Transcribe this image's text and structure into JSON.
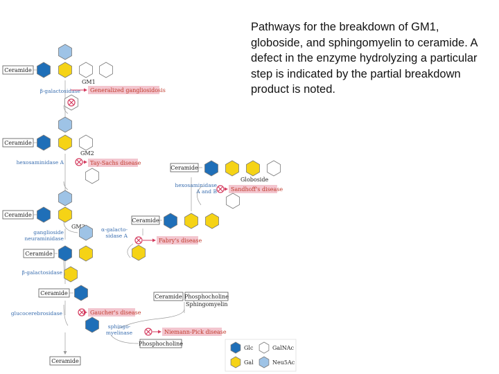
{
  "caption": "Pathways for the breakdown of GM1, globoside, and sphingomyelin to ceramide. A defect in the enzyme hydrolyzing a particular step is indicated by the partial breakdown product is noted.",
  "colors": {
    "glc": "#1f6fb8",
    "gal": "#f5d316",
    "galnac": "#ffffff",
    "neu5ac": "#9ec3e6",
    "disease_fill": "#f3c6cf",
    "disease_text": "#c0392b",
    "enzyme_text": "#3b6fb0",
    "arrow": "#d43a5e",
    "block": "#d43a5e"
  },
  "boxes": {
    "ceramide": "Ceramide",
    "phosphocholine": "Phosphocholine"
  },
  "labels": {
    "gm1": "GM1",
    "gm2": "GM2",
    "gm3": "GM3",
    "globoside": "Globoside",
    "sphingomyelin": "Sphingomyelin"
  },
  "enzymes": {
    "beta_galactosidase": "β-galactosidase",
    "hexosaminidase_a": "hexosaminidase A",
    "hexosaminidase_ab_1": "hexosaminidase",
    "hexosaminidase_ab_2": "A and B",
    "ganglioside_neuraminidase_1": "ganglioside",
    "ganglioside_neuraminidase_2": "neuraminidase",
    "alpha_galactosidase_1": "α-galacto-",
    "alpha_galactosidase_2": "sidase A",
    "beta_galactosidase_2": "β-galactosidase",
    "glucocerebrosidase": "glucocerebrosidase",
    "sphingomyelinase_1": "sphingo-",
    "sphingomyelinase_2": "myelinase"
  },
  "diseases": {
    "generalized_gangliosidosis": "Generalized gangliosidosis",
    "tay_sachs": "Tay-Sachs disease",
    "sandhoffs": "Sandhoff's disease",
    "fabrys": "Fabry's disease",
    "gauchers": "Gaucher's disease",
    "niemann_pick": "Niemann-Pick disease"
  },
  "legend": {
    "glc": "Glc",
    "gal": "Gal",
    "galnac": "GalNAc",
    "neu5ac": "Neu5Ac"
  }
}
